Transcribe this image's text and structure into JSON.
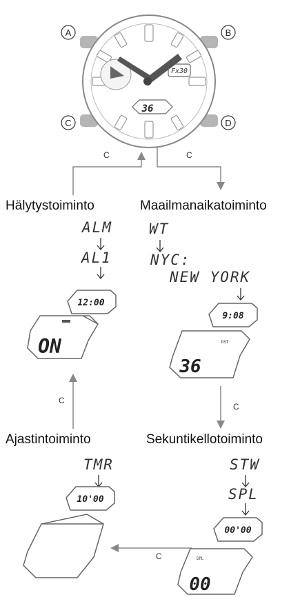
{
  "watch": {
    "buttons": [
      "A",
      "B",
      "C",
      "D"
    ],
    "sub_dial_label": "Fx30",
    "display_value": "36"
  },
  "transitions": {
    "press_label": "C"
  },
  "modes": {
    "alarm": {
      "title": "Hälytystoiminto",
      "codes": [
        "ALM",
        "AL1"
      ],
      "time": "12:00",
      "value": "ON"
    },
    "world_time": {
      "title": "Maailmanaikatoiminto",
      "codes": [
        "WT",
        "NYC:",
        "NEW YORK"
      ],
      "time": "9:08",
      "small_label": "DST",
      "value": "36"
    },
    "timer": {
      "title": "Ajastintoiminto",
      "codes": [
        "TMR"
      ],
      "time": "10'00"
    },
    "stopwatch": {
      "title": "Sekuntikellotoiminto",
      "codes": [
        "STW",
        "SPL"
      ],
      "time": "00'00",
      "small_label": "SPL",
      "value": "00"
    }
  },
  "colors": {
    "line": "#777777",
    "button": "#aaaaaa",
    "accent": "#555555"
  }
}
